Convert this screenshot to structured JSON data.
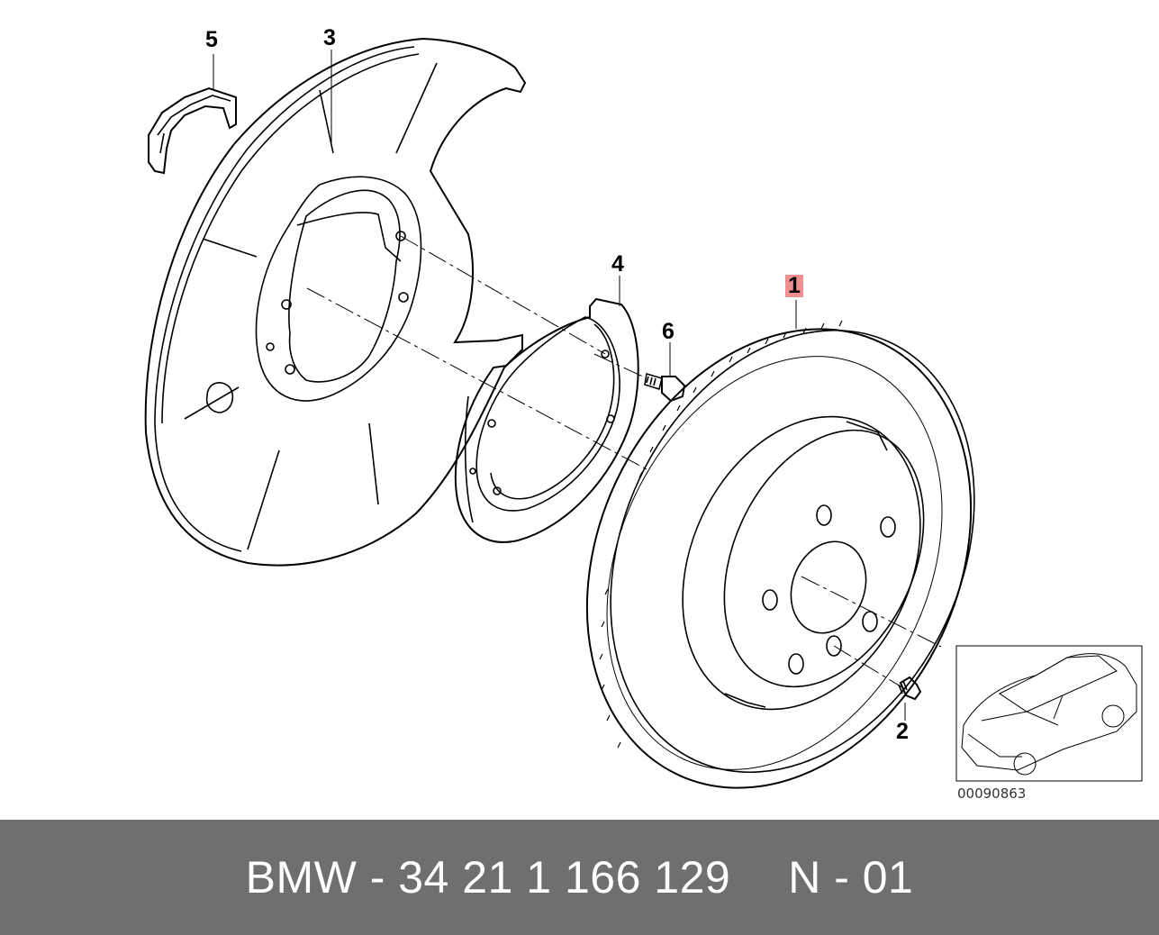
{
  "callouts": {
    "part_1": "1",
    "part_2": "2",
    "part_3": "3",
    "part_4": "4",
    "part_5": "5",
    "part_6": "6"
  },
  "reference_number": "00090863",
  "footer": {
    "part_number": "BMW - 34 21 1 166 129",
    "position_code": "N - 01"
  },
  "colors": {
    "footer_background": "#6f6f6f",
    "highlight": "#f08f8f",
    "line": "#000000"
  },
  "icons": {
    "brake_disc": "brake-disc-icon",
    "dust_shield": "dust-shield-icon",
    "car_thumbnail": "car-icon"
  }
}
